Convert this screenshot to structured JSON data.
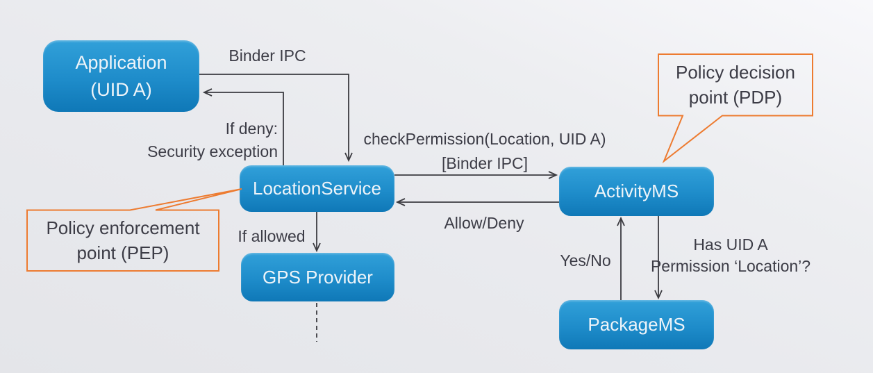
{
  "colors": {
    "node-top": "#31a0d9",
    "node-mid": "#1e8cca",
    "node-bottom": "#0f78b7",
    "node-text": "#eef4f9",
    "label-text": "#3c3c46",
    "arrow": "#3b3b40",
    "callout-border": "#ed7b30"
  },
  "nodes": {
    "application": {
      "lines": [
        "Application",
        "(UID A)"
      ]
    },
    "location_service": {
      "label": "LocationService"
    },
    "gps_provider": {
      "label": "GPS Provider"
    },
    "activity_ms": {
      "label": "ActivityMS"
    },
    "package_ms": {
      "label": "PackageMS"
    }
  },
  "callouts": {
    "pdp": {
      "lines": [
        "Policy decision",
        "point (PDP)"
      ]
    },
    "pep": {
      "lines": [
        "Policy enforcement",
        "point (PEP)"
      ]
    }
  },
  "edge_labels": {
    "binder_ipc": "Binder IPC",
    "if_deny": {
      "lines": [
        "If deny:",
        "Security exception"
      ]
    },
    "check_permission": {
      "lines": [
        "checkPermission(Location, UID A)",
        "[Binder IPC]"
      ]
    },
    "allow_deny": "Allow/Deny",
    "if_allowed": "If allowed",
    "yes_no": "Yes/No",
    "has_permission": {
      "lines": [
        "Has UID A",
        "Permission ‘Location’?"
      ]
    }
  }
}
